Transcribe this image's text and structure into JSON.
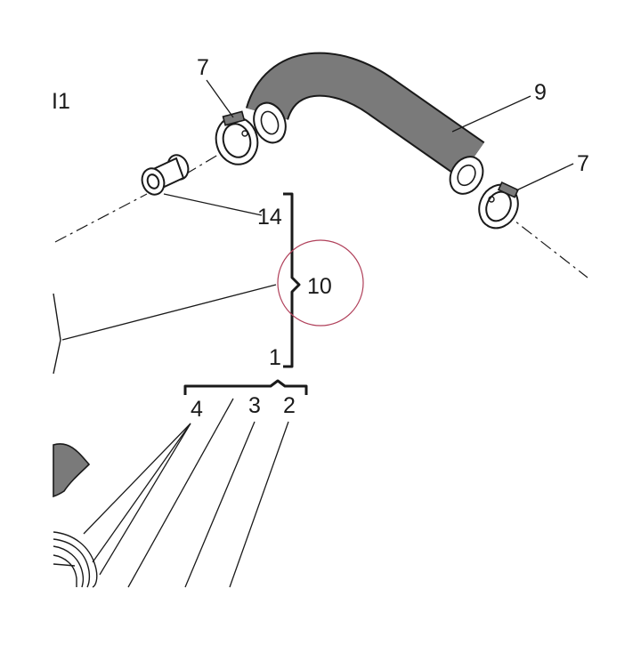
{
  "figure": {
    "figure_id": "I1",
    "highlight_color": "#b0405a",
    "labels": [
      {
        "key": "clamp_top",
        "text": "7"
      },
      {
        "key": "hose",
        "text": "9"
      },
      {
        "key": "clamp_right",
        "text": "7"
      },
      {
        "key": "adapter",
        "text": "14"
      },
      {
        "key": "group_10",
        "text": "10"
      },
      {
        "key": "group_1",
        "text": "1"
      },
      {
        "key": "part_4",
        "text": "4"
      },
      {
        "key": "part_3",
        "text": "3"
      },
      {
        "key": "part_2",
        "text": "2"
      }
    ]
  }
}
